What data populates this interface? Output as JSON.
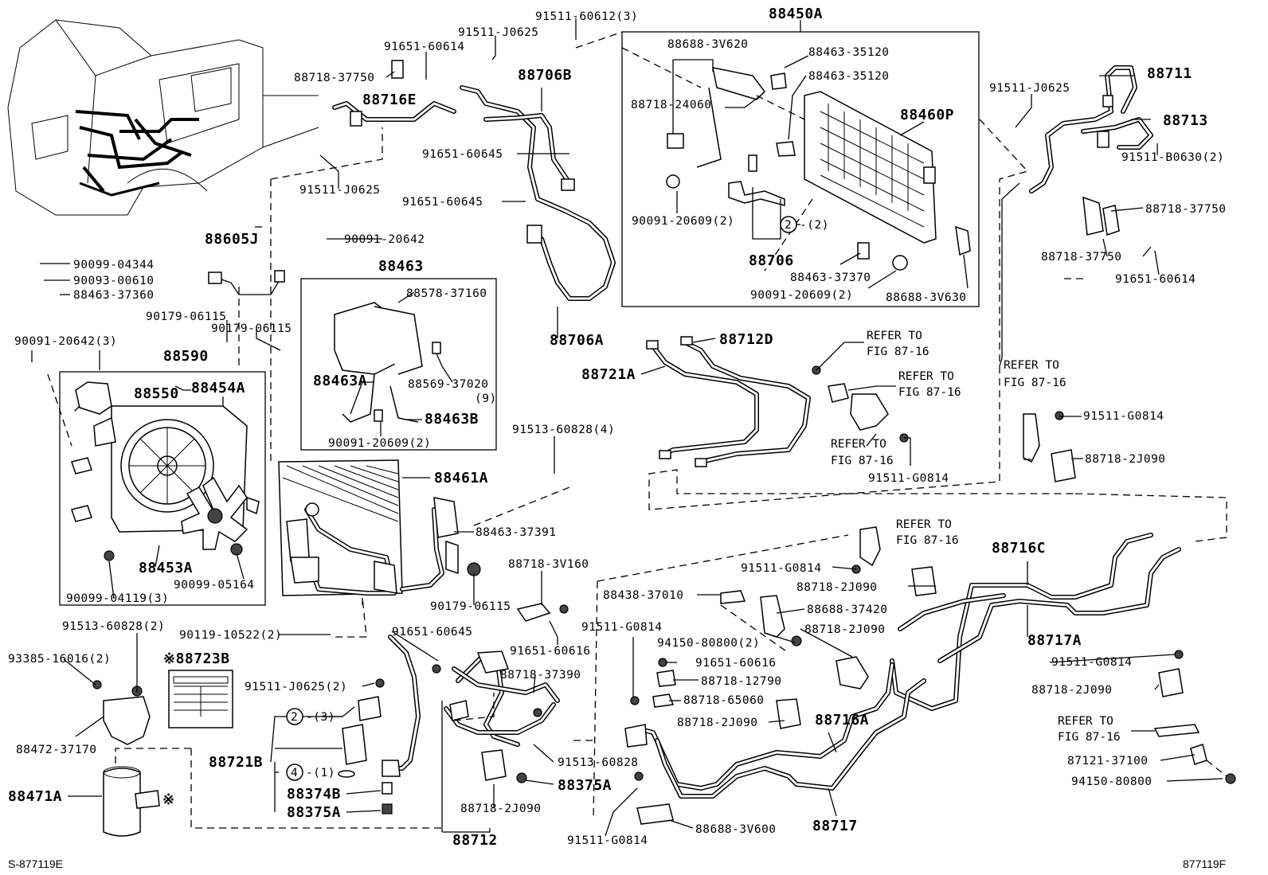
{
  "labels": {
    "l_91511_60612": "91511-60612(3)",
    "l_88450A": "88450A",
    "l_91511_J0625_top": "91511-J0625",
    "l_91651_60614_top": "91651-60614",
    "l_88688_3V620": "88688-3V620",
    "l_88463_35120_a": "88463-35120",
    "l_88718_37750_top": "88718-37750",
    "l_88706B": "88706B",
    "l_88463_35120_b": "88463-35120",
    "l_88711": "88711",
    "l_91511_J0625_right": "91511-J0625",
    "l_88716E": "88716E",
    "l_88718_24060": "88718-24060",
    "l_88460P": "88460P",
    "l_88713": "88713",
    "l_91651_60645_a": "91651-60645",
    "l_91511_B0630": "91511-B0630(2)",
    "l_91511_J0625_left": "91511-J0625",
    "l_91651_60645_b": "91651-60645",
    "l_90091_20609_a": "90091-20609(2)",
    "l_circle2_2": "-(2)",
    "l_88718_37750_r1": "88718-37750",
    "l_88605J": "88605J",
    "l_90091_20642": "90091-20642",
    "l_88706": "88706",
    "l_88718_37750_r2": "88718-37750",
    "l_91651_60614_r": "91651-60614",
    "l_90099_04344": "90099-04344",
    "l_88463": "88463",
    "l_88463_37370": "88463-37370",
    "l_90093_00610": "90093-00610",
    "l_90091_20609_b": "90091-20609(2)",
    "l_88688_3V630": "88688-3V630",
    "l_88463_37360": "88463-37360",
    "l_88578_37160": "88578-37160",
    "l_90179_06115_a": "90179-06115",
    "l_90179_06115_b": "90179-06115",
    "l_88706A": "88706A",
    "l_88712D": "88712D",
    "l_refer1a": "REFER TO",
    "l_refer1b": "FIG 87-16",
    "l_90091_20642_3": "90091-20642(3)",
    "l_88590": "88590",
    "l_88721A": "88721A",
    "l_refer2a": "REFER TO",
    "l_refer2b": "FIG 87-16",
    "l_refer3a": "REFER TO",
    "l_refer3b": "FIG 87-16",
    "l_88550": "88550",
    "l_88454A": "88454A",
    "l_88463A": "88463A",
    "l_88569_37020": "88569-37020",
    "l_88569_qty": "(9)",
    "l_88463B": "88463B",
    "l_91511_G0814_a": "91511-G0814",
    "l_refer4a": "REFER TO",
    "l_refer4b": "FIG 87-16",
    "l_90091_20609_c": "90091-20609(2)",
    "l_91513_60828_4": "91513-60828(4)",
    "l_88718_2J090_a": "88718-2J090",
    "l_91511_G0814_b": "91511-G0814",
    "l_88461A": "88461A",
    "l_88463_37391": "88463-37391",
    "l_refer5a": "REFER TO",
    "l_refer5b": "FIG 87-16",
    "l_88716C": "88716C",
    "l_88453A": "88453A",
    "l_91511_G0814_c": "91511-G0814",
    "l_88718_2J090_b": "88718-2J090",
    "l_88718_3V160": "88718-3V160",
    "l_90099_05164": "90099-05164",
    "l_90099_04119": "90099-04119(3)",
    "l_88438_37010": "88438-37010",
    "l_88688_37420": "88688-37420",
    "l_90179_06115_c": "90179-06115",
    "l_88717A": "88717A",
    "l_91511_G0814_d": "91511-G0814",
    "l_94150_80800_2": "94150-80800(2)",
    "l_88718_2J090_c": "88718-2J090",
    "l_91513_60828_2": "91513-60828(2)",
    "l_90119_10522": "90119-10522(2)",
    "l_91651_60645_c": "91651-60645",
    "l_91651_60616_a": "91651-60616",
    "l_93385_16016": "93385-16016(2)",
    "l_88723B": "※88723B",
    "l_91651_60616_b": "91651-60616",
    "l_91511_G0814_e": "91511-G0814",
    "l_88718_37390": "88718-37390",
    "l_88718_12790": "88718-12790",
    "l_91511_J0625_2": "91511-J0625(2)",
    "l_88718_2J090_d": "88718-2J090",
    "l_88718_65060": "88718-65060",
    "l_circ2_3": "-(3)",
    "l_88718_2J090_e": "88718-2J090",
    "l_88716A": "88716A",
    "l_88472_37170": "88472-37170",
    "l_refer6a": "REFER TO",
    "l_refer6b": "FIG 87-16",
    "l_88721B": "88721B",
    "l_91513_60828_s": "91513-60828",
    "l_87121_37100": "87121-37100",
    "l_circ4_1": "-(1)",
    "l_88375A_r": "88375A",
    "l_94150_80800": "94150-80800",
    "l_88471A": "88471A",
    "l_88374B": "88374B",
    "l_88718_2J090_f": "88718-2J090",
    "l_88375A": "88375A",
    "l_88717": "88717",
    "l_91511_G0814_f": "91511-G0814",
    "l_88688_3V600": "88688-3V600",
    "l_88712": "88712",
    "l_circ_a": "2",
    "l_circ_b": "2",
    "l_circ_c": "4",
    "l_kome": "※",
    "l_corner_left": "S-877119E",
    "l_corner_right": "877119F"
  }
}
